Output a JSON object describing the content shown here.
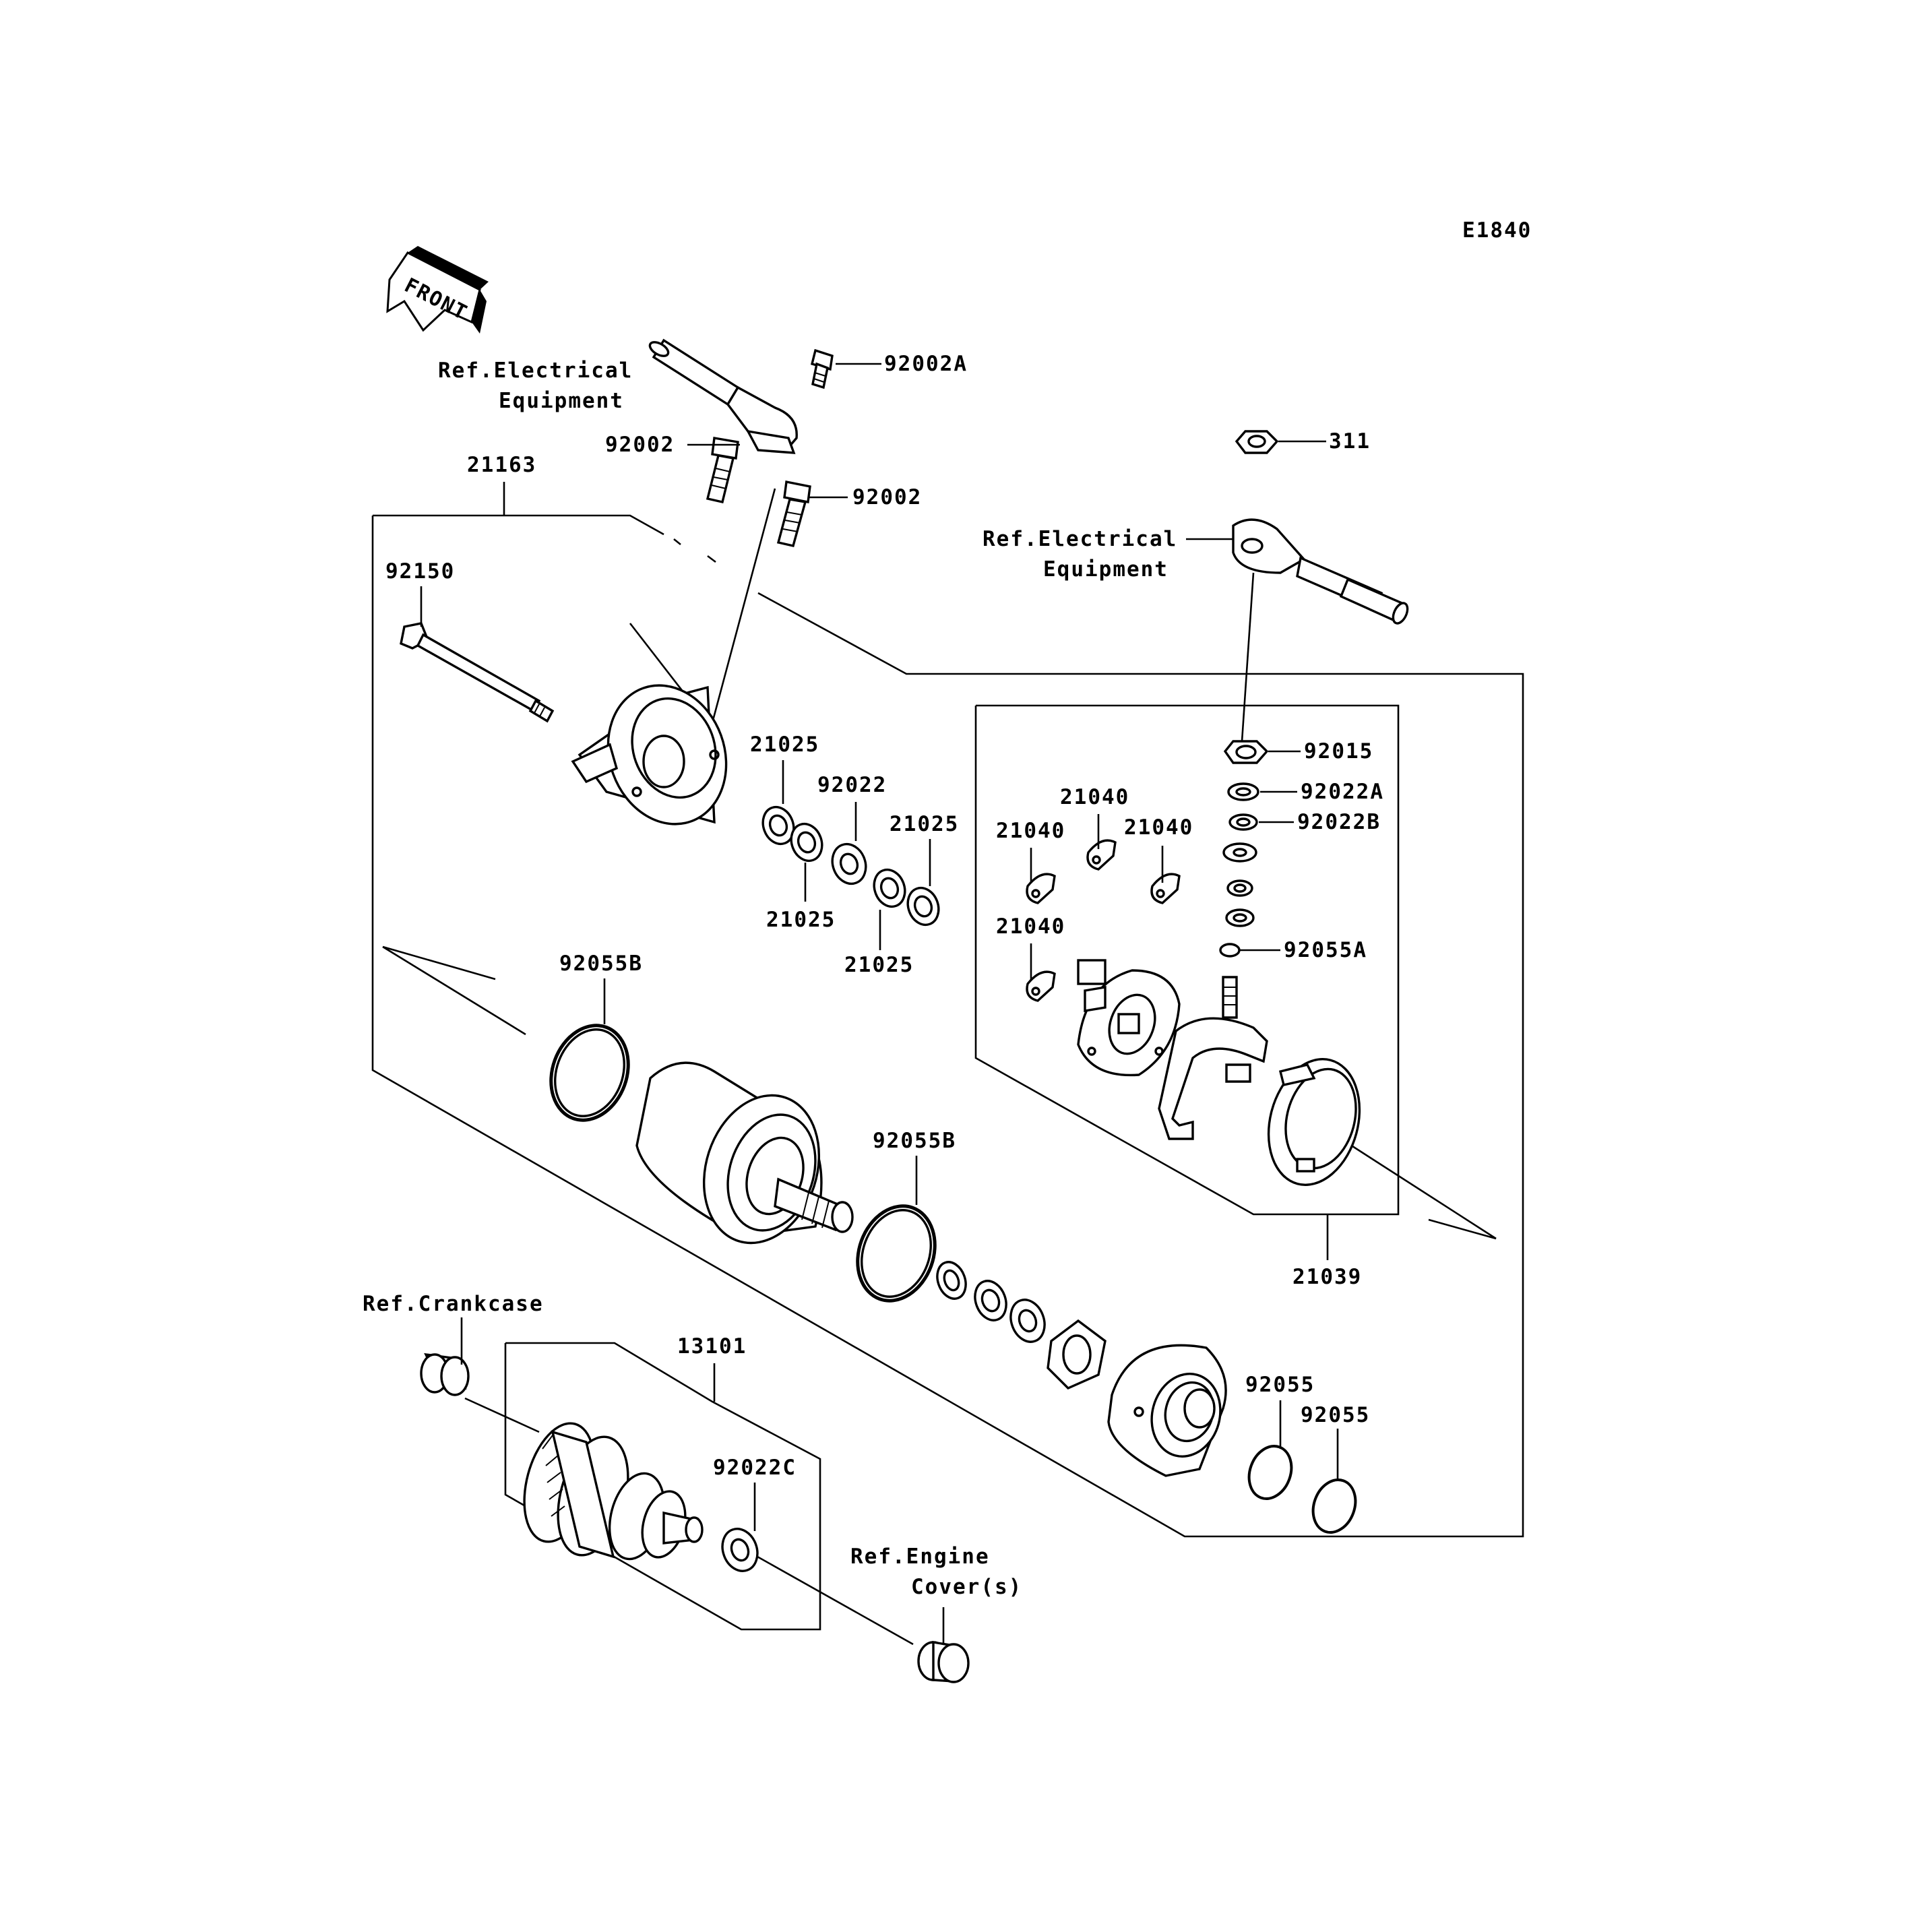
{
  "diagram_code": "E1840",
  "front_label": "FRONT",
  "references": {
    "electrical_left_l1": "Ref.Electrical",
    "electrical_left_l2": "Equipment",
    "electrical_right_l1": "Ref.Electrical",
    "electrical_right_l2": "Equipment",
    "crankcase": "Ref.Crankcase",
    "engine_cover_l1": "Ref.Engine",
    "engine_cover_l2": "Cover(s)"
  },
  "parts": {
    "p92002A": "92002A",
    "p92002_a": "92002",
    "p92002_b": "92002",
    "p21163": "21163",
    "p92150": "92150",
    "p21025_a": "21025",
    "p92022": "92022",
    "p21025_b": "21025",
    "p21025_c": "21025",
    "p21025_d": "21025",
    "p311": "311",
    "p92015": "92015",
    "p92022A": "92022A",
    "p92022B": "92022B",
    "p21040_a": "21040",
    "p21040_b": "21040",
    "p21040_c": "21040",
    "p21040_d": "21040",
    "p92055A": "92055A",
    "p92055B_a": "92055B",
    "p92055B_b": "92055B",
    "p21039": "21039",
    "p13101": "13101",
    "p92022C": "92022C",
    "p92055_a": "92055",
    "p92055_b": "92055"
  }
}
